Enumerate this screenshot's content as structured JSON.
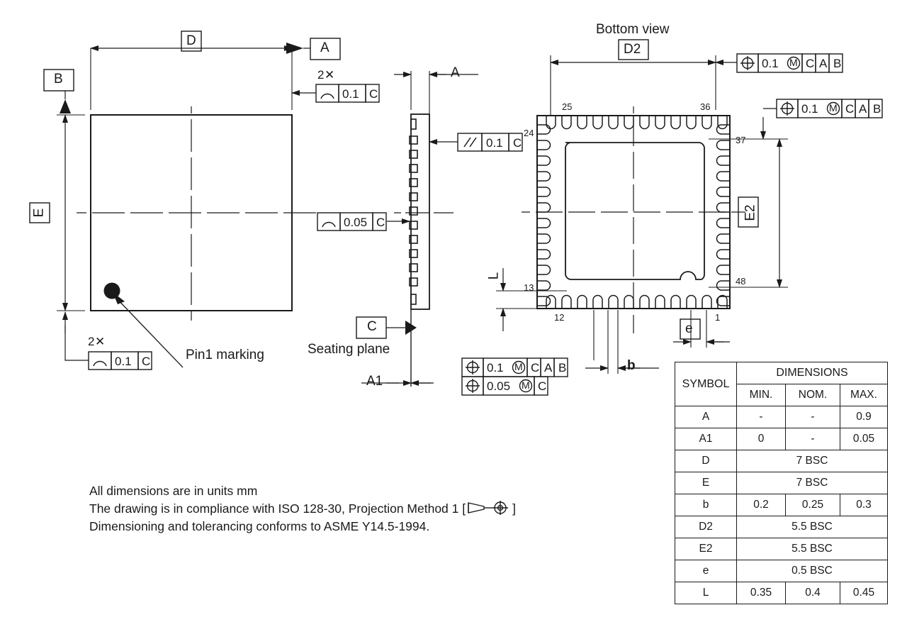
{
  "drawing": {
    "title_bottom_view": "Bottom view",
    "pin1_marking_label": "Pin1 marking",
    "seating_plane_label": "Seating plane"
  },
  "dimension_labels": {
    "D": "D",
    "E": "E",
    "A": "A",
    "A1": "A1",
    "D2": "D2",
    "E2": "E2",
    "b": "b",
    "e": "e",
    "L": "L"
  },
  "datums": {
    "A": "A",
    "B": "B",
    "C": "C"
  },
  "repeat_markers": {
    "top_left_view": "2✕",
    "bottom_left_view": "2✕",
    "side_view": "2✕"
  },
  "feature_control_frames": [
    {
      "id": "fcf-top-profile",
      "symbol": "profile-surface",
      "tolerance": "0.1",
      "modifier": "",
      "datums": [
        "C"
      ]
    },
    {
      "id": "fcf-bottom-profile",
      "symbol": "profile-surface",
      "tolerance": "0.1",
      "modifier": "",
      "datums": [
        "C"
      ]
    },
    {
      "id": "fcf-side-profile",
      "symbol": "profile-surface",
      "tolerance": "0.1",
      "modifier": "",
      "datums": [
        "C"
      ]
    },
    {
      "id": "fcf-parallelism",
      "symbol": "parallelism",
      "tolerance": "0.1",
      "modifier": "",
      "datums": [
        "C"
      ]
    },
    {
      "id": "fcf-coplanarity",
      "symbol": "profile-surface",
      "tolerance": "0.05",
      "modifier": "",
      "datums": [
        "C"
      ]
    },
    {
      "id": "fcf-pad-position",
      "symbol": "position",
      "tolerance": "0.1",
      "modifier": "M",
      "datums": [
        "C",
        "A",
        "B"
      ]
    },
    {
      "id": "fcf-pad-position-2",
      "symbol": "position",
      "tolerance": "0.1",
      "modifier": "M",
      "datums": [
        "C",
        "A",
        "B"
      ]
    },
    {
      "id": "fcf-lead-position",
      "symbol": "position",
      "tolerance": "0.1",
      "modifier": "M",
      "datums": [
        "C",
        "A",
        "B"
      ]
    },
    {
      "id": "fcf-lead-position-2",
      "symbol": "position",
      "tolerance": "0.05",
      "modifier": "M",
      "datums": [
        "C"
      ]
    }
  ],
  "pin_numbers": {
    "top_left": "25",
    "top_right": "36",
    "left_top": "24",
    "left_bottom": "13",
    "right_top": "37",
    "right_bottom": "48",
    "bottom_left": "12",
    "bottom_right": "1"
  },
  "package": {
    "pins_per_side": 12,
    "total_pins": 48
  },
  "table": {
    "header_symbol": "SYMBOL",
    "header_dimensions": "DIMENSIONS",
    "header_min": "MIN.",
    "header_nom": "NOM.",
    "header_max": "MAX.",
    "rows": [
      {
        "symbol": "A",
        "span": false,
        "min": "-",
        "nom": "-",
        "max": "0.9"
      },
      {
        "symbol": "A1",
        "span": false,
        "min": "0",
        "nom": "-",
        "max": "0.05"
      },
      {
        "symbol": "D",
        "span": true,
        "value": "7 BSC"
      },
      {
        "symbol": "E",
        "span": true,
        "value": "7 BSC"
      },
      {
        "symbol": "b",
        "span": false,
        "min": "0.2",
        "nom": "0.25",
        "max": "0.3"
      },
      {
        "symbol": "D2",
        "span": true,
        "value": "5.5 BSC"
      },
      {
        "symbol": "E2",
        "span": true,
        "value": "5.5 BSC"
      },
      {
        "symbol": "e",
        "span": true,
        "value": "0.5 BSC"
      },
      {
        "symbol": "L",
        "span": false,
        "min": "0.35",
        "nom": "0.4",
        "max": "0.45"
      }
    ]
  },
  "notes": {
    "line1": "All dimensions are in units mm",
    "line2a": "The drawing is in compliance with ISO 128-30, Projection Method 1 [",
    "line2b": "]",
    "line3": "Dimensioning and tolerancing conforms to ASME Y14.5-1994."
  },
  "colors": {
    "line": "#1a1a1a",
    "background": "#ffffff",
    "pin1_dot": "#1a1a1a"
  }
}
